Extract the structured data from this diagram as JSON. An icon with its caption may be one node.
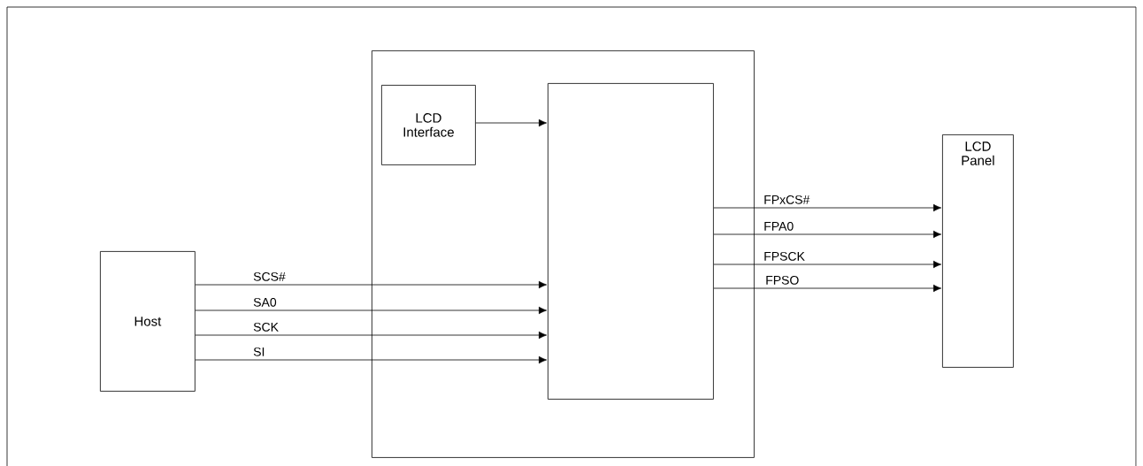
{
  "diagram": {
    "nodes": [
      {
        "text": [
          "Host"
        ]
      },
      {
        "text": [],
        "shape": "box"
      },
      {
        "text": [
          "LCD Interface"
        ],
        "in": 1
      },
      {
        "text": [],
        "shape": "box",
        "in": 1
      },
      {
        "text": [
          "LCD Panel"
        ]
      }
    ],
    "edges": [
      {
        "from": 2,
        "to": 3,
        "arrow": "to"
      },
      {
        "from": 0,
        "to": 3,
        "arrow": "to",
        "label": "SCS#"
      },
      {
        "from": 0,
        "to": 3,
        "arrow": "to",
        "label": "SA0"
      },
      {
        "from": 0,
        "to": 3,
        "arrow": "to",
        "label": "SCK"
      },
      {
        "from": 0,
        "to": 3,
        "arrow": "to",
        "label": "SI"
      },
      {
        "from": 3,
        "to": 4,
        "arrow": "to",
        "label": "FPxCS#"
      },
      {
        "from": 3,
        "to": 4,
        "arrow": "to",
        "label": "FPA0"
      },
      {
        "from": 3,
        "to": 4,
        "arrow": "to",
        "label": "FPSCK"
      },
      {
        "from": 3,
        "to": 4,
        "arrow": "to",
        "label": "FPSO"
      }
    ]
  }
}
